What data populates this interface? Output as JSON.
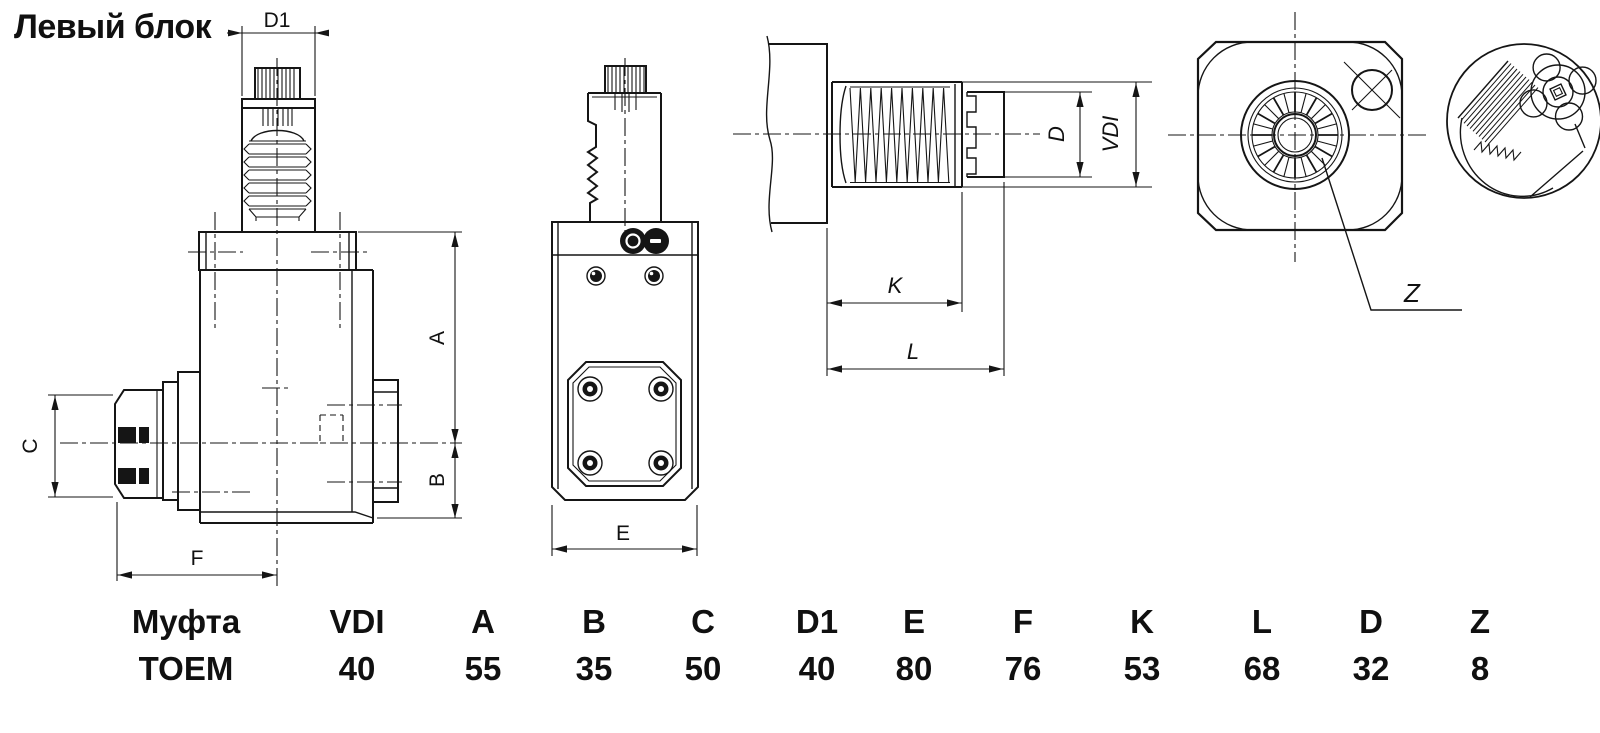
{
  "title": "Левый блок",
  "labels": {
    "d1": "D1",
    "a": "A",
    "b": "B",
    "c": "C",
    "f": "F",
    "e": "E",
    "k": "K",
    "l": "L",
    "d": "D",
    "vdi": "VDI",
    "z": "Z"
  },
  "table": {
    "columns": [
      {
        "header": "Муфта",
        "value": "TOEM"
      },
      {
        "header": "VDI",
        "value": "40"
      },
      {
        "header": "A",
        "value": "55"
      },
      {
        "header": "B",
        "value": "35"
      },
      {
        "header": "C",
        "value": "50"
      },
      {
        "header": "D1",
        "value": "40"
      },
      {
        "header": "E",
        "value": "80"
      },
      {
        "header": "F",
        "value": "76"
      },
      {
        "header": "K",
        "value": "53"
      },
      {
        "header": "L",
        "value": "68"
      },
      {
        "header": "D",
        "value": "32"
      },
      {
        "header": "Z",
        "value": "8"
      }
    ]
  }
}
